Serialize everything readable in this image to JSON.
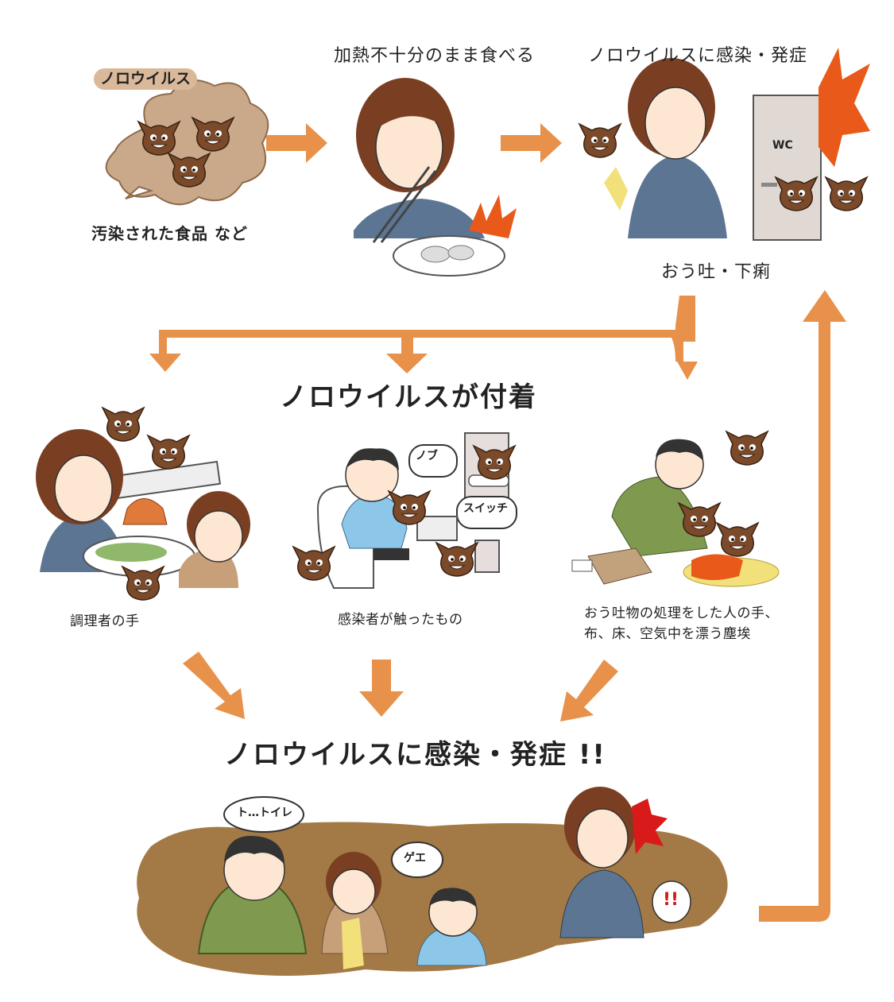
{
  "top": {
    "virus_tag": "ノロウイルス",
    "food_caption": "汚染された食品 など",
    "step2_title": "加熱不十分のまま食べる",
    "step3_title": "ノロウイルスに感染・発症",
    "wc_sign": "WC",
    "symptom_caption": "おう吐・下痢"
  },
  "middle": {
    "heading": "ノロウイルスが付着",
    "captions": [
      "調理者の手",
      "感染者が触ったもの",
      "おう吐物の処理をした人の手、",
      "布、床、空気中を漂う塵埃"
    ],
    "knob_label": "ノブ",
    "switch_label": "スイッチ"
  },
  "bottom": {
    "heading": "ノロウイルスに感染・発症 !!",
    "toilet_speech": "ト…トイレ",
    "gee_speech": "ゲエ",
    "exclaim": "!!"
  },
  "colors": {
    "arrow": "#e8914a",
    "virus_brown": "#7a4a2a",
    "cloud": "#c9a98a",
    "mud": "#a37a45",
    "shirt_green": "#7f9a4f",
    "shirt_blue": "#5b7593",
    "shirt_lightblue": "#8cc7ea",
    "hair": "#7a3f22"
  }
}
